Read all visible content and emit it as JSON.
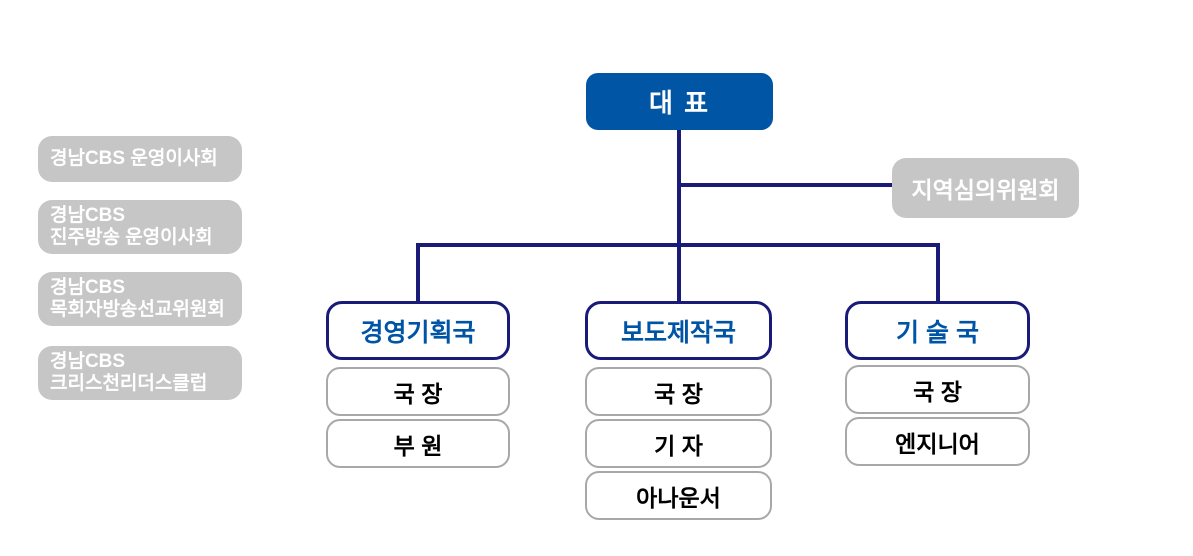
{
  "colors": {
    "ceo_box_blue": "#0055a5",
    "connector_navy": "#1a1a78",
    "committee_gray": "#c6c6c6",
    "department_title_blue": "#0054a6",
    "member_border_gray": "#a8a8a8"
  },
  "chart": {
    "root": {
      "label": "대 표"
    },
    "side_committees": [
      {
        "lines": [
          "경남CBS 운영이사회",
          ""
        ]
      },
      {
        "lines": [
          "경남CBS",
          "진주방송 운영이사회"
        ]
      },
      {
        "lines": [
          "경남CBS",
          "목회자방송선교위원회"
        ]
      },
      {
        "lines": [
          "경남CBS",
          "크리스천리더스클럽"
        ]
      }
    ],
    "advisory": {
      "label": "지역심의위원회"
    },
    "departments": [
      {
        "title": "경영기획국",
        "members": [
          "국 장",
          "부 원"
        ]
      },
      {
        "title": "보도제작국",
        "members": [
          "국 장",
          "기 자",
          "아나운서"
        ]
      },
      {
        "title": "기 술 국",
        "members": [
          "국 장",
          "엔지니어"
        ]
      }
    ]
  }
}
